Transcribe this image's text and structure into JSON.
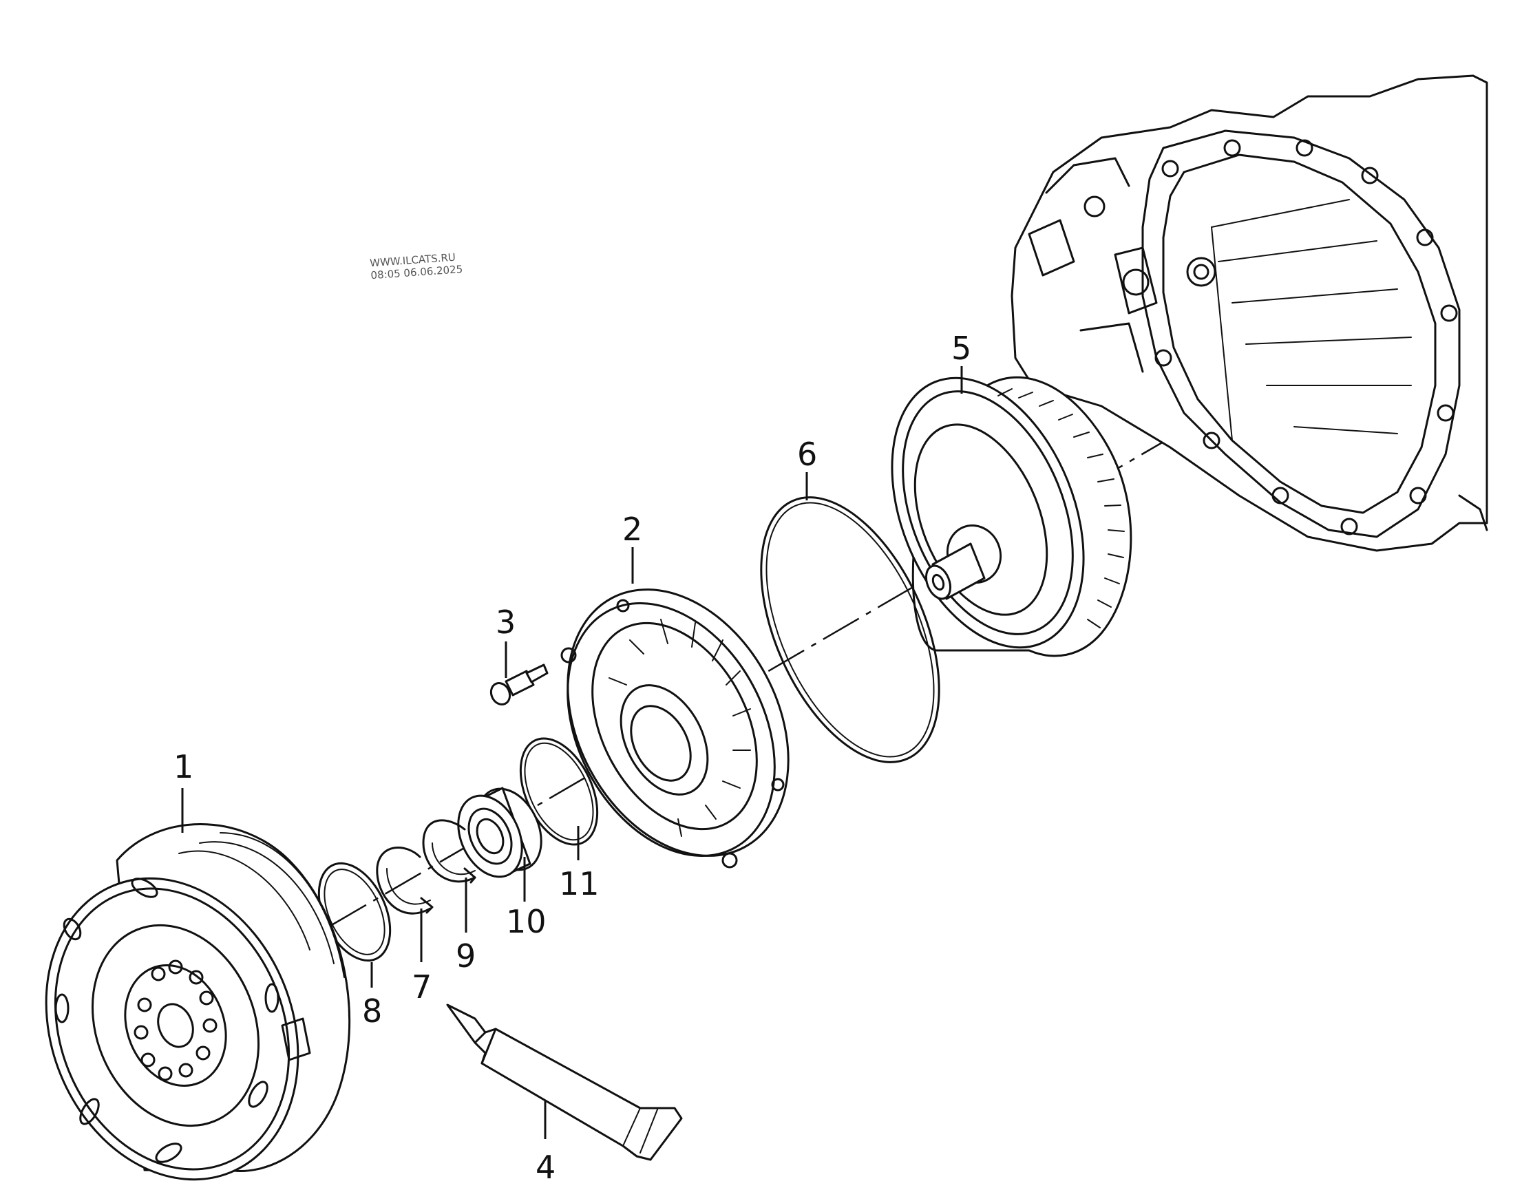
{
  "watermark": {
    "site": "WWW.ILCATS.RU",
    "timestamp": "08:05 06.06.2025"
  },
  "callouts": [
    {
      "id": "1",
      "label": "1"
    },
    {
      "id": "2",
      "label": "2"
    },
    {
      "id": "3",
      "label": "3"
    },
    {
      "id": "4",
      "label": "4"
    },
    {
      "id": "5",
      "label": "5"
    },
    {
      "id": "6",
      "label": "6"
    },
    {
      "id": "7",
      "label": "7"
    },
    {
      "id": "8",
      "label": "8"
    },
    {
      "id": "9",
      "label": "9"
    },
    {
      "id": "10",
      "label": "10"
    },
    {
      "id": "11",
      "label": "11"
    }
  ]
}
